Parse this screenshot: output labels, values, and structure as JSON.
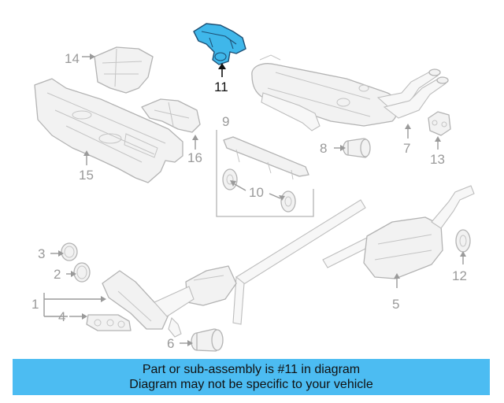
{
  "diagram": {
    "highlight_color": "#3fb7ea",
    "highlighted_part": "11",
    "callouts": {
      "c1": "1",
      "c2": "2",
      "c3": "3",
      "c4": "4",
      "c5": "5",
      "c6": "6",
      "c7": "7",
      "c8": "8",
      "c9": "9",
      "c10": "10",
      "c11": "11",
      "c12": "12",
      "c13": "13",
      "c14": "14",
      "c15": "15",
      "c16": "16"
    }
  },
  "banner": {
    "background": "#4cbcf2",
    "line1": "Part or sub-assembly is #11 in diagram",
    "line2": "Diagram may not be specific to your vehicle"
  }
}
